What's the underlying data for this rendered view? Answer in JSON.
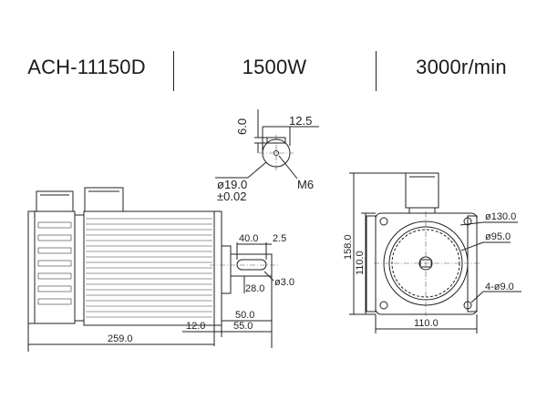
{
  "header": {
    "model": "ACH-11150D",
    "power": "1500W",
    "speed": "3000r/min"
  },
  "dimensions": {
    "key_height": "6.0",
    "key_width": "12.5",
    "shaft_dia": "ø19.0",
    "shaft_tol": "±0.02",
    "thread": "M6",
    "key_length": "40.0",
    "key_offset": "2.5",
    "key_pos": "28.0",
    "small_hole": "ø3.0",
    "shaft_len": "50.0",
    "spigot": "12.0",
    "ext_len": "55.0",
    "total_len": "259.0",
    "pcd": "ø130.0",
    "pilot": "ø95.0",
    "holes": "4-ø9.0",
    "height": "158.0",
    "flange_v": "110.0",
    "flange_h": "110.0"
  }
}
